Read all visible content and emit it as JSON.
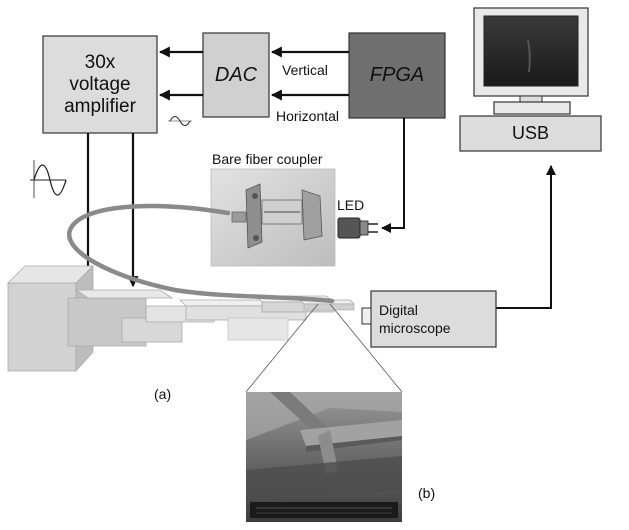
{
  "blocks": {
    "amplifier": "30x\nvoltage\namplifier",
    "dac": "DAC",
    "fpga": "FPGA",
    "usb": "USB",
    "digital_microscope": "Digital\nmicroscope"
  },
  "signals": {
    "vertical": "Vertical",
    "horizontal": "Horizontal"
  },
  "labels": {
    "fiber_coupler": "Bare fiber coupler",
    "led": "LED",
    "panel_a": "(a)",
    "panel_b": "(b)"
  },
  "colors": {
    "light_box": "#dcdcdc",
    "dac_box": "#d0d0d0",
    "fpga_box": "#6f6f6f",
    "arrow": "#111111",
    "fiber": "#8a8a8a"
  }
}
